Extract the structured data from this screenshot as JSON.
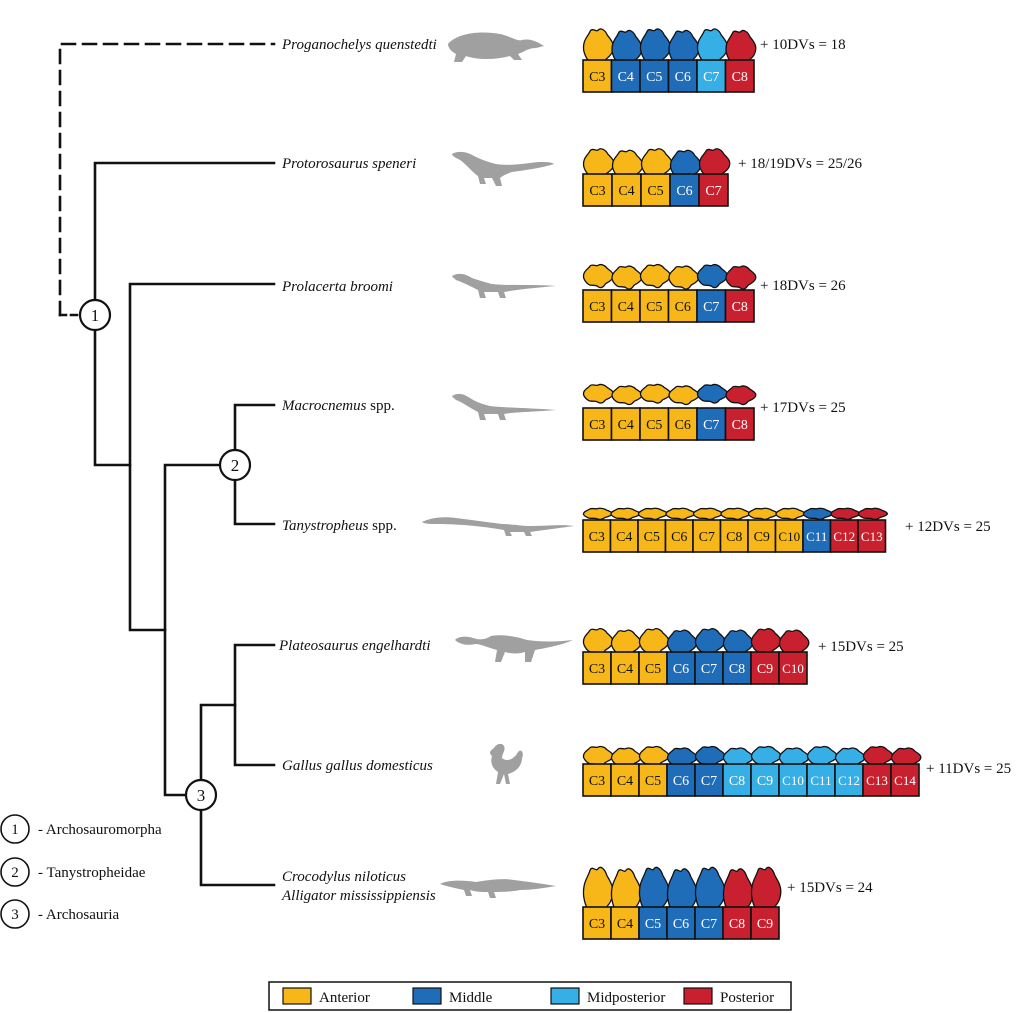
{
  "colors": {
    "Anterior": "#F7B719",
    "Middle": "#1F6DB8",
    "Midposterior": "#36AEE6",
    "Posterior": "#C8202E",
    "silhouette": "#A0A0A0",
    "line": "#111111"
  },
  "taxa": [
    {
      "name": "Proganochelys quenstedti",
      "suffix": "",
      "cells": [
        {
          "label": "C3",
          "cat": "Anterior"
        },
        {
          "label": "C4",
          "cat": "Middle"
        },
        {
          "label": "C5",
          "cat": "Middle"
        },
        {
          "label": "C6",
          "cat": "Middle"
        },
        {
          "label": "C7",
          "cat": "Midposterior"
        },
        {
          "label": "C8",
          "cat": "Posterior"
        }
      ],
      "dv_note": "+ 10DVs = 18",
      "silhouette": "turtle-silhouette"
    },
    {
      "name": "Protorosaurus speneri",
      "suffix": "",
      "cells": [
        {
          "label": "C3",
          "cat": "Anterior"
        },
        {
          "label": "C4",
          "cat": "Anterior"
        },
        {
          "label": "C5",
          "cat": "Anterior"
        },
        {
          "label": "C6",
          "cat": "Middle"
        },
        {
          "label": "C7",
          "cat": "Posterior"
        }
      ],
      "dv_note": "+ 18/19DVs = 25/26",
      "silhouette": "protorosaurus-silhouette"
    },
    {
      "name": "Prolacerta broomi",
      "suffix": "",
      "cells": [
        {
          "label": "C3",
          "cat": "Anterior"
        },
        {
          "label": "C4",
          "cat": "Anterior"
        },
        {
          "label": "C5",
          "cat": "Anterior"
        },
        {
          "label": "C6",
          "cat": "Anterior"
        },
        {
          "label": "C7",
          "cat": "Middle"
        },
        {
          "label": "C8",
          "cat": "Posterior"
        }
      ],
      "dv_note": "+ 18DVs = 26",
      "silhouette": "prolacerta-silhouette"
    },
    {
      "name": "Macrocnemus",
      "suffix": "spp.",
      "cells": [
        {
          "label": "C3",
          "cat": "Anterior"
        },
        {
          "label": "C4",
          "cat": "Anterior"
        },
        {
          "label": "C5",
          "cat": "Anterior"
        },
        {
          "label": "C6",
          "cat": "Anterior"
        },
        {
          "label": "C7",
          "cat": "Middle"
        },
        {
          "label": "C8",
          "cat": "Posterior"
        }
      ],
      "dv_note": "+ 17DVs = 25",
      "silhouette": "macrocnemus-silhouette"
    },
    {
      "name": "Tanystropheus",
      "suffix": "spp.",
      "cells": [
        {
          "label": "C3",
          "cat": "Anterior"
        },
        {
          "label": "C4",
          "cat": "Anterior"
        },
        {
          "label": "C5",
          "cat": "Anterior"
        },
        {
          "label": "C6",
          "cat": "Anterior"
        },
        {
          "label": "C7",
          "cat": "Anterior"
        },
        {
          "label": "C8",
          "cat": "Anterior"
        },
        {
          "label": "C9",
          "cat": "Anterior"
        },
        {
          "label": "C10",
          "cat": "Anterior"
        },
        {
          "label": "C11",
          "cat": "Middle"
        },
        {
          "label": "C12",
          "cat": "Posterior"
        },
        {
          "label": "C13",
          "cat": "Posterior"
        }
      ],
      "dv_note": "+ 12DVs = 25",
      "silhouette": "tanystropheus-silhouette"
    },
    {
      "name": "Plateosaurus engelhardti",
      "suffix": "",
      "cells": [
        {
          "label": "C3",
          "cat": "Anterior"
        },
        {
          "label": "C4",
          "cat": "Anterior"
        },
        {
          "label": "C5",
          "cat": "Anterior"
        },
        {
          "label": "C6",
          "cat": "Middle"
        },
        {
          "label": "C7",
          "cat": "Middle"
        },
        {
          "label": "C8",
          "cat": "Middle"
        },
        {
          "label": "C9",
          "cat": "Posterior"
        },
        {
          "label": "C10",
          "cat": "Posterior"
        }
      ],
      "dv_note": "+ 15DVs = 25",
      "silhouette": "plateosaurus-silhouette"
    },
    {
      "name": "Gallus gallus domesticus",
      "suffix": "",
      "cells": [
        {
          "label": "C3",
          "cat": "Anterior"
        },
        {
          "label": "C4",
          "cat": "Anterior"
        },
        {
          "label": "C5",
          "cat": "Anterior"
        },
        {
          "label": "C6",
          "cat": "Middle"
        },
        {
          "label": "C7",
          "cat": "Middle"
        },
        {
          "label": "C8",
          "cat": "Midposterior"
        },
        {
          "label": "C9",
          "cat": "Midposterior"
        },
        {
          "label": "C10",
          "cat": "Midposterior"
        },
        {
          "label": "C11",
          "cat": "Midposterior"
        },
        {
          "label": "C12",
          "cat": "Midposterior"
        },
        {
          "label": "C13",
          "cat": "Posterior"
        },
        {
          "label": "C14",
          "cat": "Posterior"
        }
      ],
      "dv_note": "+ 11DVs = 25",
      "silhouette": "rooster-silhouette"
    },
    {
      "name": "Crocodylus niloticus",
      "name2": "Alligator mississippiensis",
      "suffix": "",
      "cells": [
        {
          "label": "C3",
          "cat": "Anterior"
        },
        {
          "label": "C4",
          "cat": "Anterior"
        },
        {
          "label": "C5",
          "cat": "Middle"
        },
        {
          "label": "C6",
          "cat": "Middle"
        },
        {
          "label": "C7",
          "cat": "Middle"
        },
        {
          "label": "C8",
          "cat": "Posterior"
        },
        {
          "label": "C9",
          "cat": "Posterior"
        }
      ],
      "dv_note": "+ 15DVs = 24",
      "silhouette": "crocodile-silhouette"
    }
  ],
  "nodes": [
    "1",
    "2",
    "3"
  ],
  "clade_key": [
    {
      "num": "1",
      "text": "- Archosauromorpha"
    },
    {
      "num": "2",
      "text": "- Tanystropheidae"
    },
    {
      "num": "3",
      "text": "- Archosauria"
    }
  ],
  "legend": [
    {
      "label": "Anterior",
      "cat": "Anterior"
    },
    {
      "label": "Middle",
      "cat": "Middle"
    },
    {
      "label": "Midposterior",
      "cat": "Midposterior"
    },
    {
      "label": "Posterior",
      "cat": "Posterior"
    }
  ]
}
